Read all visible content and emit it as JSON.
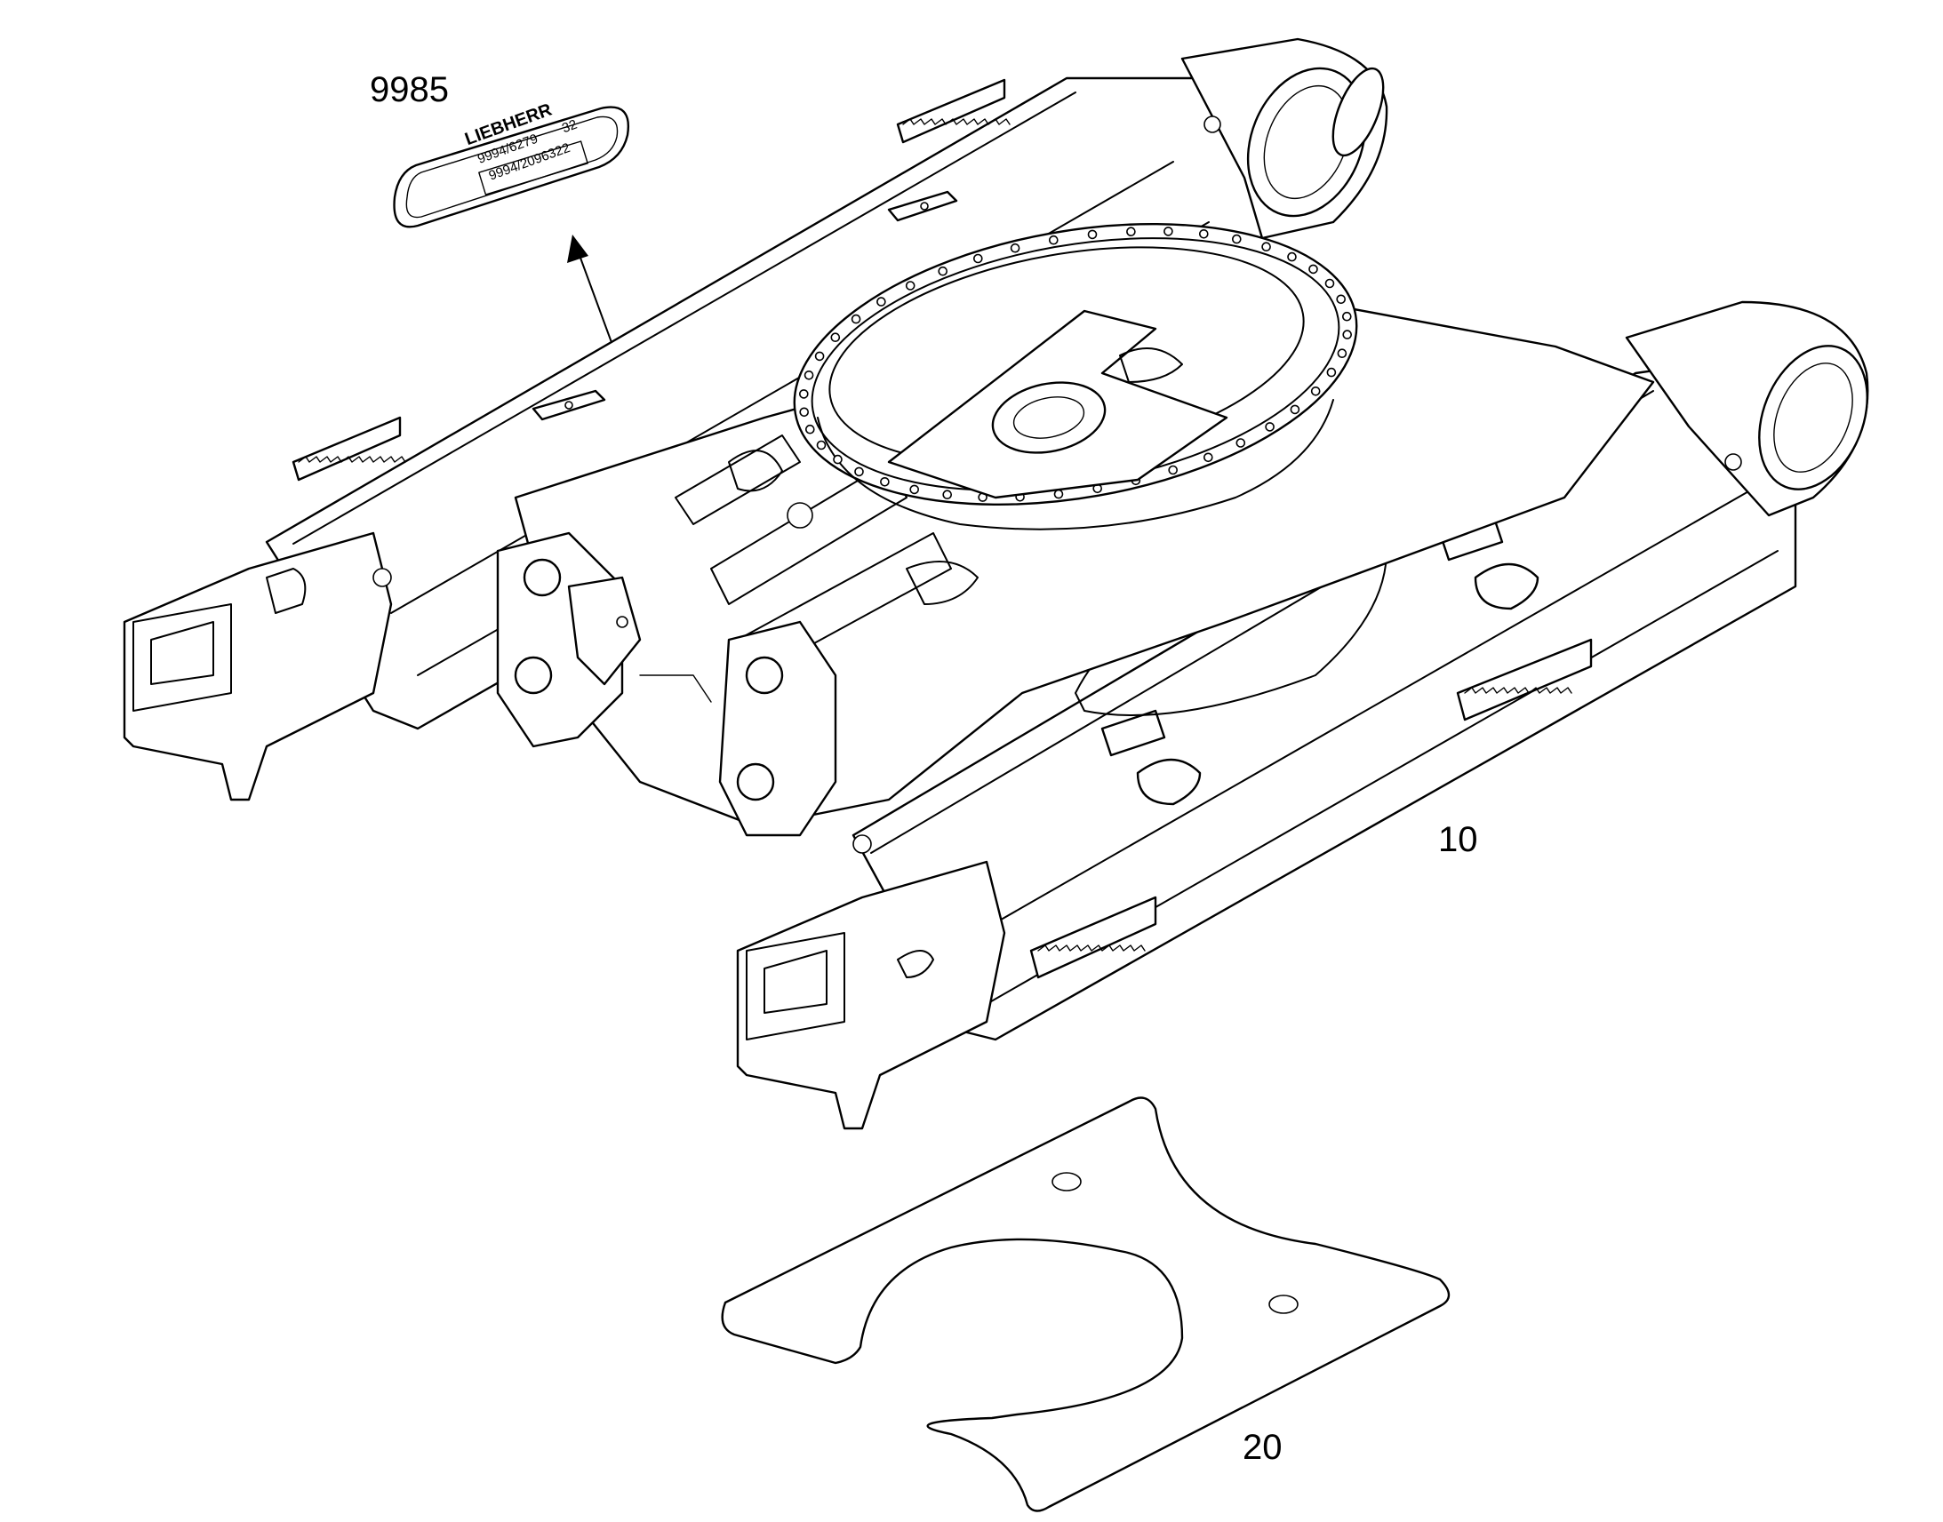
{
  "callouts": {
    "nameplate": "9985",
    "undercarriage": "10",
    "cover_plate": "20"
  },
  "nameplate": {
    "brand": "LIEBHERR",
    "line1": "9994/6279",
    "line1_suffix": "32",
    "line2": "9994/2096322"
  },
  "colors": {
    "line": "#000000",
    "background": "#ffffff"
  }
}
